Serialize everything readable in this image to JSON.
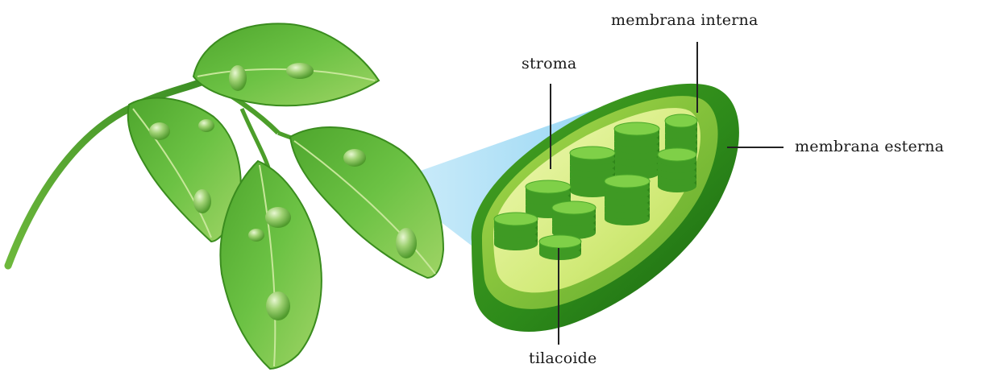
{
  "labels": {
    "inner_membrane": "membrana interna",
    "stroma": "stroma",
    "outer_membrane": "membrana esterna",
    "thylakoid": "tilacoide"
  },
  "colors": {
    "leaf_dark": "#2f8a22",
    "leaf_mid": "#5fb83a",
    "leaf_light": "#a6d96a",
    "chloroplast_outer": "#1f7a16",
    "chloroplast_inner": "#7cc23c",
    "stroma": "#d9ef8a",
    "zoom_cone": "#8fd4f2"
  }
}
